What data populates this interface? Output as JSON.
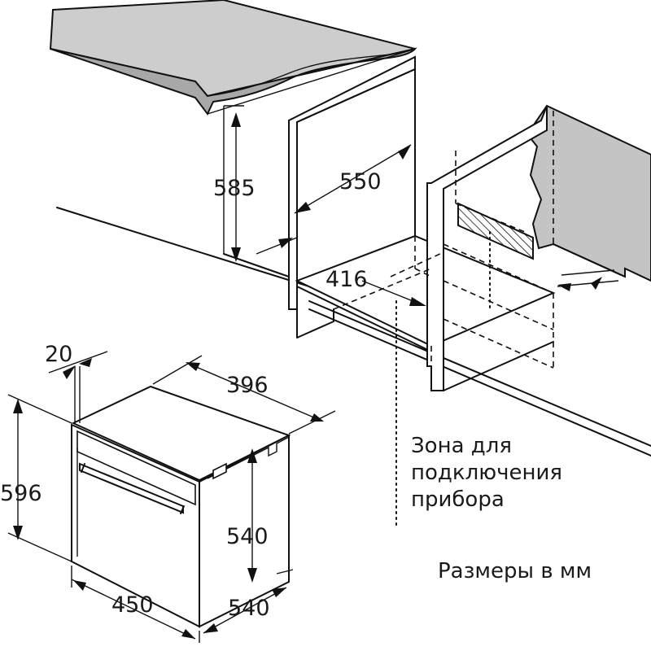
{
  "dimensions": {
    "niche_height": "585",
    "niche_depth": "550",
    "niche_inner_width": "416",
    "front_panel_thickness": "20",
    "oven_depth_top": "396",
    "oven_height": "596",
    "oven_body_height": "540",
    "oven_width": "450",
    "oven_depth": "540"
  },
  "notes": {
    "connection_zone_line1": "Зона для",
    "connection_zone_line2": "подключения",
    "connection_zone_line3": "прибора",
    "units": "Размеры в мм"
  },
  "colors": {
    "countertop": "#c9c9c9",
    "wall": "#c2c2c2",
    "lines": "#111111"
  }
}
